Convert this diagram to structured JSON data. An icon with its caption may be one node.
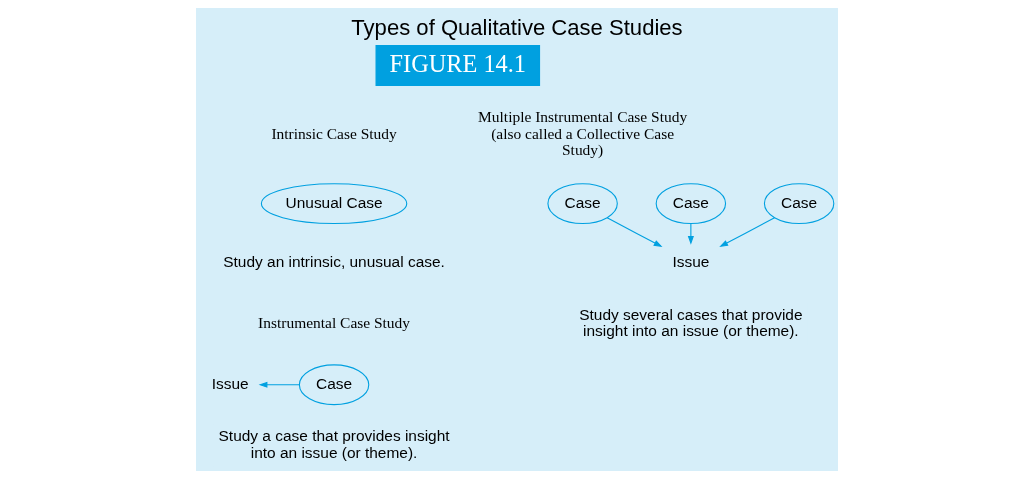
{
  "diagram": {
    "title": "Types of Qualitative Case Studies",
    "nodes": [
      {
        "text": [
          "Unusual Case"
        ]
      },
      {
        "text": [
          "Issue"
        ]
      },
      {
        "text": [
          "Case"
        ]
      },
      {
        "text": [
          "Issue"
        ]
      },
      {
        "text": [
          "Case"
        ]
      },
      {
        "text": [
          "Case"
        ]
      },
      {
        "text": [
          "Case"
        ]
      }
    ],
    "edges": [
      {
        "from": 2,
        "to": 1,
        "arrow": "to"
      },
      {
        "from": 4,
        "to": 3,
        "arrow": "to"
      },
      {
        "from": 5,
        "to": 3,
        "arrow": "to"
      },
      {
        "from": 6,
        "to": 3,
        "arrow": "to"
      }
    ],
    "labels": [
      "FIGURE 14.1",
      "Intrinsic Case Study",
      "Multiple Instrumental Case Study (also called a Collective Case Study)",
      "Study an intrinsic, unusual case.",
      "Instrumental Case Study",
      "Study a case that provides insight into an issue (or theme).",
      "Study several cases that provide insight into an issue (or theme)."
    ]
  }
}
